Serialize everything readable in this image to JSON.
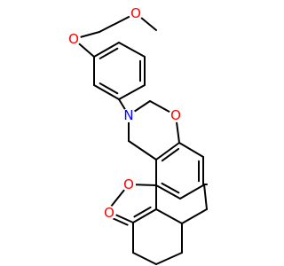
{
  "diagram": {
    "kind": "skeletal chemical structure",
    "bond_color": "#000000",
    "atoms": {
      "o_dioxole_top": {
        "symbol": "O",
        "color": "#FF0000"
      },
      "o_dioxole_bottom": {
        "symbol": "O",
        "color": "#FF0000"
      },
      "n_oxazine": {
        "symbol": "N",
        "color": "#0000FF"
      },
      "o_oxazine": {
        "symbol": "O",
        "color": "#FF0000"
      },
      "o_lactone_ring": {
        "symbol": "O",
        "color": "#FF0000"
      },
      "o_carbonyl": {
        "symbol": "O",
        "color": "#FF0000"
      }
    }
  }
}
